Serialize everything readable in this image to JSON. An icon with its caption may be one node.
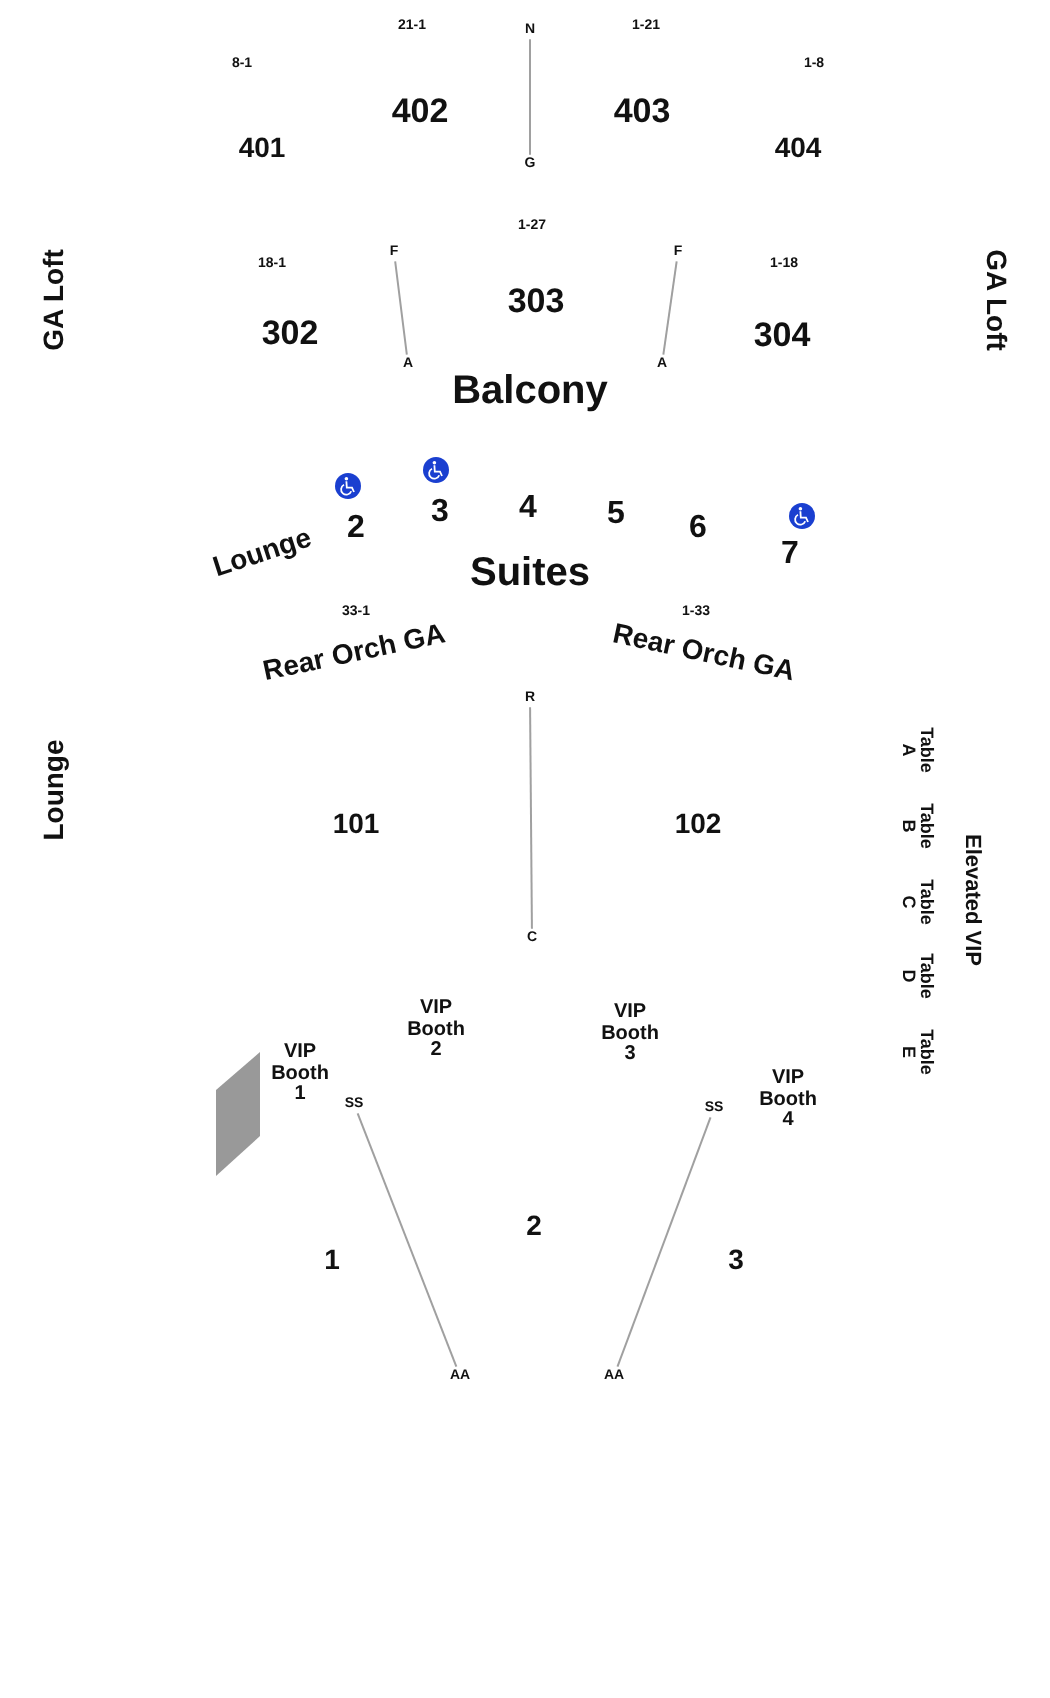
{
  "diagram": {
    "nodes": [
      {
        "text": [
          "N"
        ]
      },
      {
        "text": [
          "G"
        ]
      },
      {
        "text": [
          "F"
        ]
      },
      {
        "text": [
          "A"
        ]
      },
      {
        "text": [
          "F"
        ]
      },
      {
        "text": [
          "A"
        ]
      },
      {
        "text": [
          "R"
        ]
      },
      {
        "text": [
          "C"
        ]
      },
      {
        "text": [
          "SS"
        ]
      },
      {
        "text": [
          "AA"
        ]
      },
      {
        "text": [
          "SS"
        ]
      },
      {
        "text": [
          "AA"
        ]
      }
    ],
    "edges": [
      {
        "from": 0,
        "to": 1,
        "arrow": "none"
      },
      {
        "from": 2,
        "to": 3,
        "arrow": "none"
      },
      {
        "from": 4,
        "to": 5,
        "arrow": "none"
      },
      {
        "from": 6,
        "to": 7,
        "arrow": "none"
      },
      {
        "from": 8,
        "to": 9,
        "arrow": "none"
      },
      {
        "from": 10,
        "to": 11,
        "arrow": "none"
      }
    ],
    "labels": [
      "21-1",
      "1-21",
      "8-1",
      "1-8",
      "402",
      "403",
      "401",
      "404",
      "1-27",
      "18-1",
      "1-18",
      "GA Loft",
      "303",
      "GA Loft",
      "302",
      "304",
      "Balcony",
      "2",
      "3",
      "4",
      "5",
      "6",
      "7",
      "Lounge",
      "Suites",
      "33-1",
      "1-33",
      "Rear Orch GA",
      "Rear Orch GA",
      "Lounge",
      "Table A",
      "101",
      "102",
      "Table B",
      "Elevated VIP",
      "Table C",
      "Table D",
      "VIP Booth 2",
      "VIP Booth 3",
      "VIP Booth 1",
      "Table E",
      "VIP Booth 4",
      "2",
      "1",
      "3"
    ]
  }
}
